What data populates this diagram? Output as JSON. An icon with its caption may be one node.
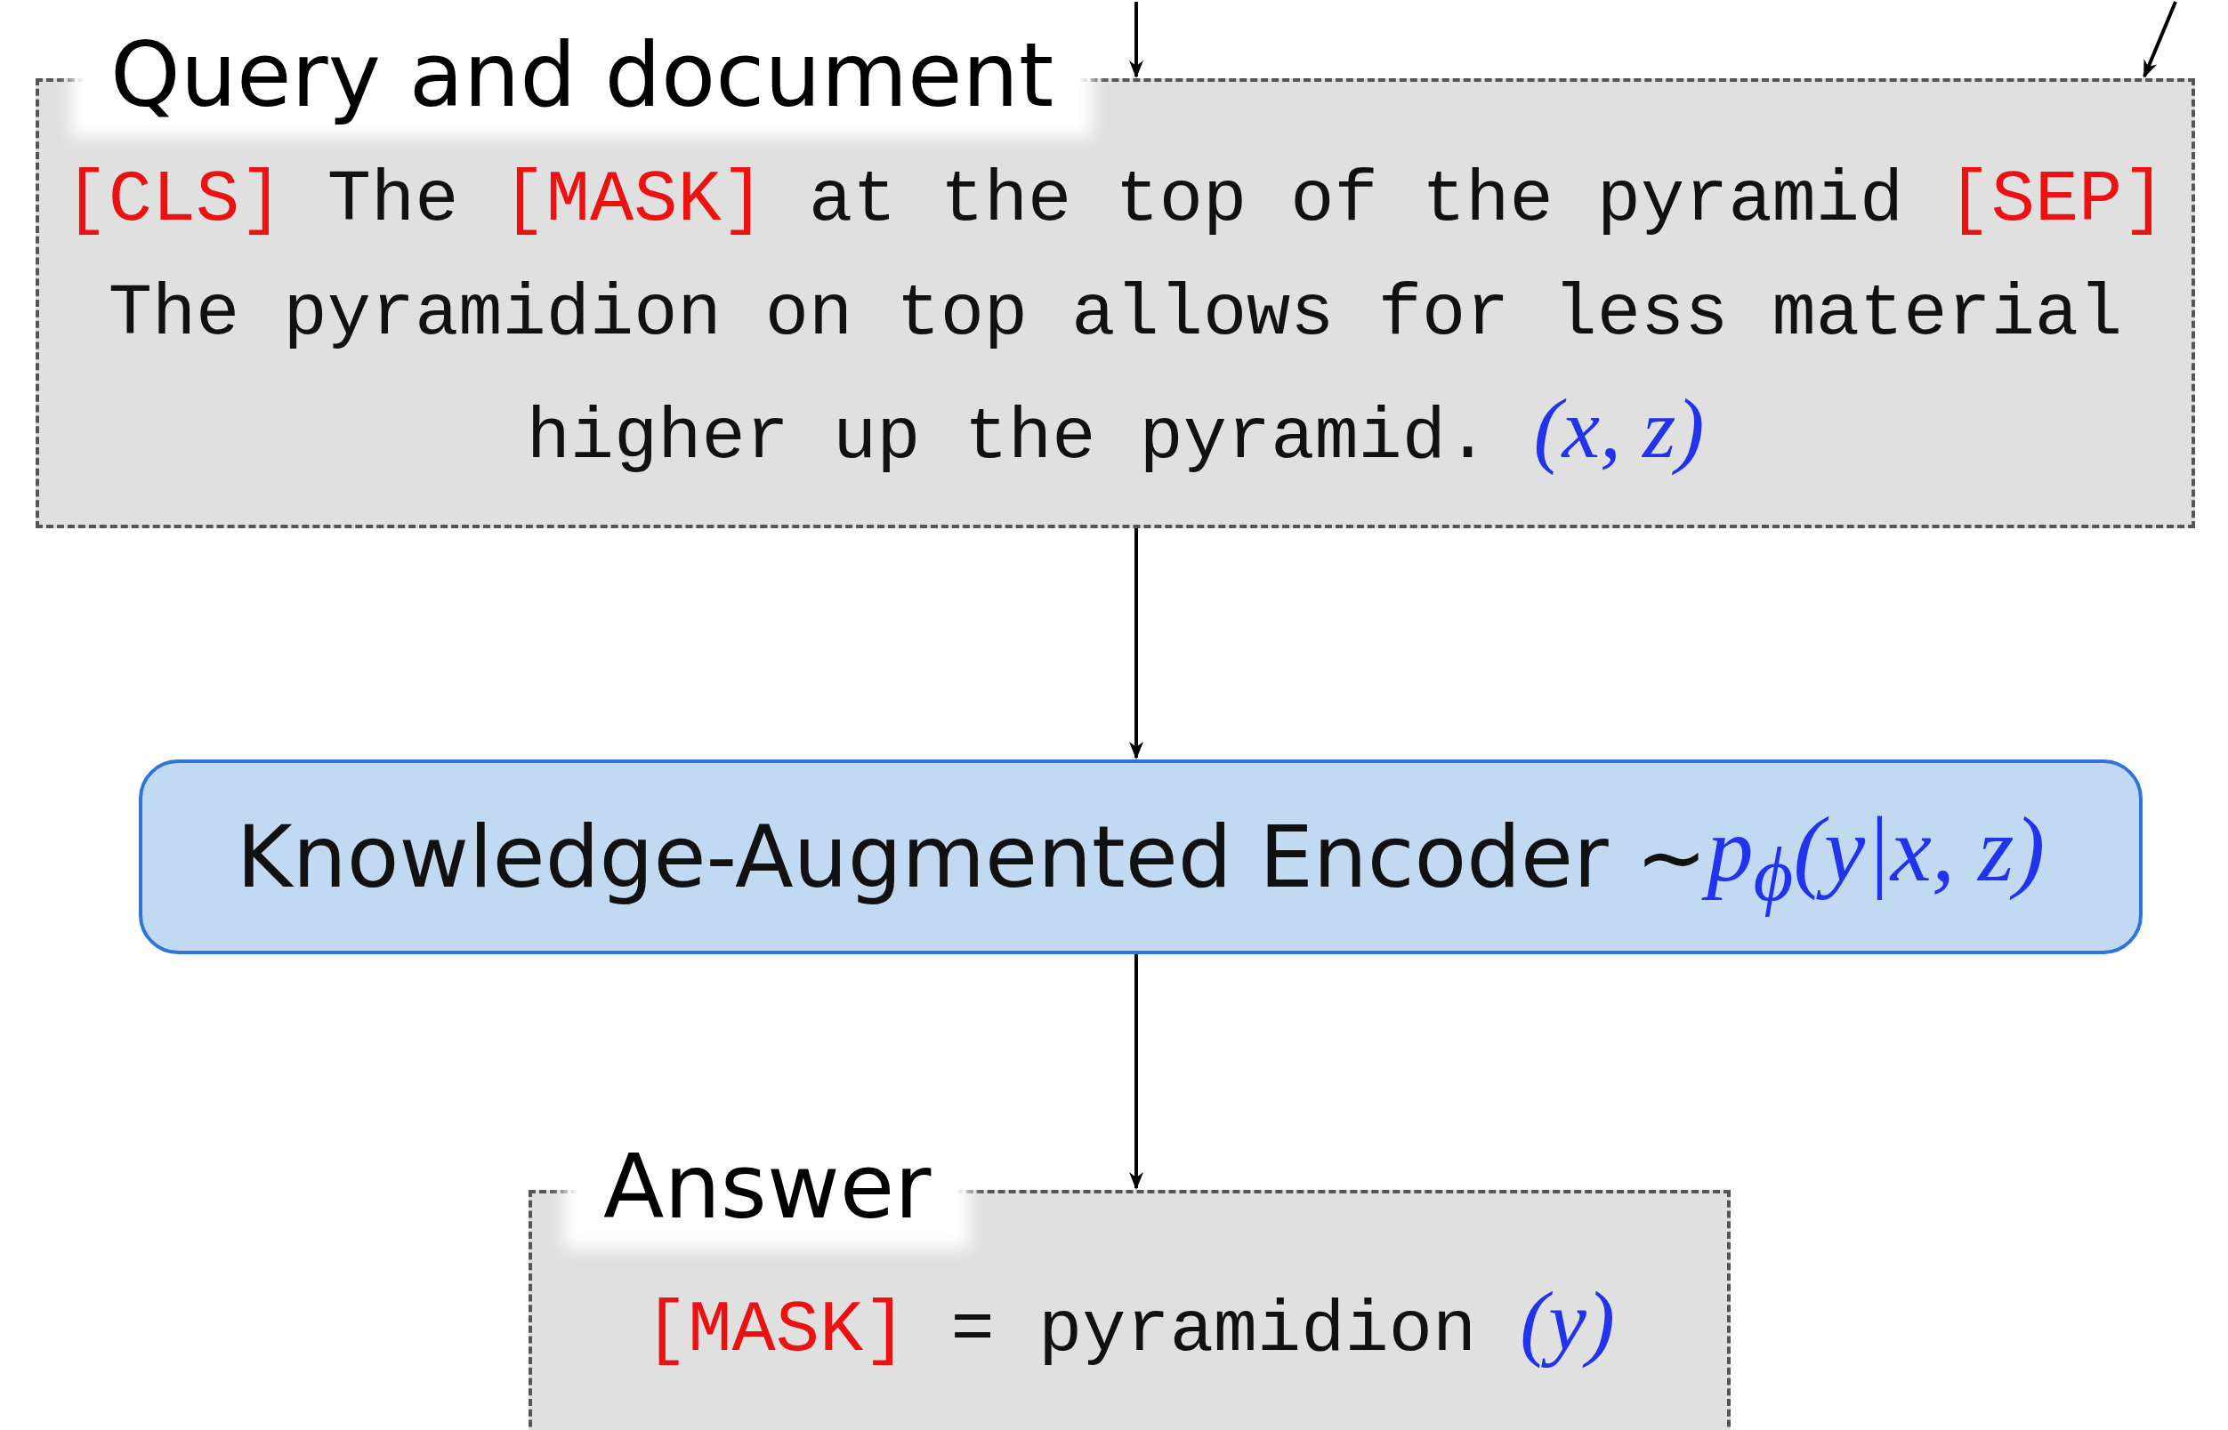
{
  "diagram": {
    "nodes": [
      {
        "text": [
          "Query and document",
          "[CLS]",
          "The",
          "[MASK]",
          "at the top of the pyramid",
          "[SEP]",
          "The pyramidion on top allows for less material higher up the pyramid.",
          "(*x*, *z*)"
        ]
      },
      {
        "text": [
          "Knowledge-Augmented Encoder ∼",
          "*p*$_{ϕ}$(*y*|*x*, *z*)"
        ]
      },
      {
        "text": [
          "Answer",
          "[MASK]",
          "= pyramidion",
          "(*y*)"
        ]
      }
    ],
    "edges": [
      {
        "from": null,
        "to": 0,
        "arrow": "to"
      },
      {
        "from": null,
        "to": 0,
        "arrow": "to"
      },
      {
        "from": 0,
        "to": 1,
        "arrow": "to"
      },
      {
        "from": 1,
        "to": 2,
        "arrow": "to"
      }
    ]
  }
}
